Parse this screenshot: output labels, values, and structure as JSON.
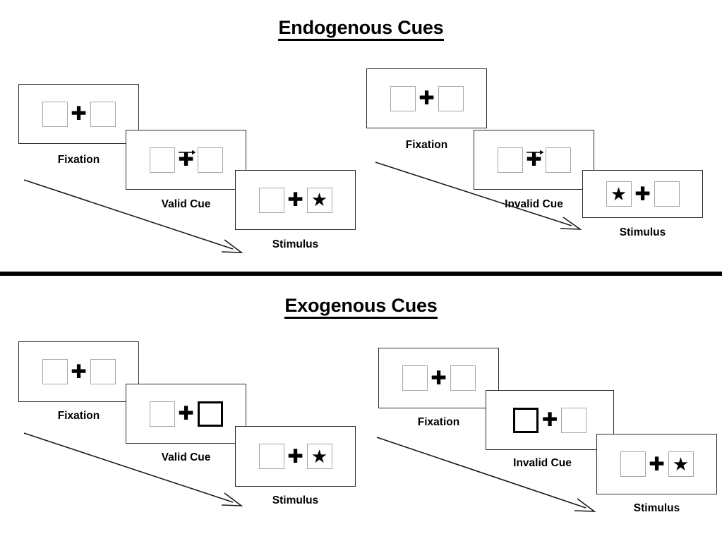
{
  "figure": {
    "background": "#ffffff",
    "box_border_color": "#a6a6a6",
    "panel_border_color": "#2b2b2b",
    "accent_color": "#000000"
  },
  "sections": [
    {
      "id": "endogenous",
      "title": "Endogenous Cues",
      "cue_type": "arrow",
      "columns": [
        {
          "id": "valid",
          "frames": [
            {
              "caption": "Fixation",
              "left_box": "empty",
              "right_box": "empty",
              "cue": "none"
            },
            {
              "caption": "Valid Cue",
              "left_box": "empty",
              "right_box": "empty",
              "cue": "arrow-right"
            },
            {
              "caption": "Stimulus",
              "left_box": "empty",
              "right_box": "star",
              "cue": "none"
            }
          ]
        },
        {
          "id": "invalid",
          "frames": [
            {
              "caption": "Fixation",
              "left_box": "empty",
              "right_box": "empty",
              "cue": "none"
            },
            {
              "caption": "Invalid Cue",
              "left_box": "empty",
              "right_box": "empty",
              "cue": "arrow-right"
            },
            {
              "caption": "Stimulus",
              "left_box": "star",
              "right_box": "empty",
              "cue": "none"
            }
          ]
        }
      ]
    },
    {
      "id": "exogenous",
      "title": "Exogenous Cues",
      "cue_type": "box-flash",
      "columns": [
        {
          "id": "valid",
          "frames": [
            {
              "caption": "Fixation",
              "left_box": "empty",
              "right_box": "empty",
              "cue": "none"
            },
            {
              "caption": "Valid Cue",
              "left_box": "empty",
              "right_box": "bold",
              "cue": "none"
            },
            {
              "caption": "Stimulus",
              "left_box": "empty",
              "right_box": "star",
              "cue": "none"
            }
          ]
        },
        {
          "id": "invalid",
          "frames": [
            {
              "caption": "Fixation",
              "left_box": "empty",
              "right_box": "empty",
              "cue": "none"
            },
            {
              "caption": "Invalid Cue",
              "left_box": "bold",
              "right_box": "empty",
              "cue": "none"
            },
            {
              "caption": "Stimulus",
              "left_box": "empty",
              "right_box": "star",
              "cue": "none"
            }
          ]
        }
      ]
    }
  ],
  "glyphs": {
    "star": "★",
    "plus": "✚"
  }
}
